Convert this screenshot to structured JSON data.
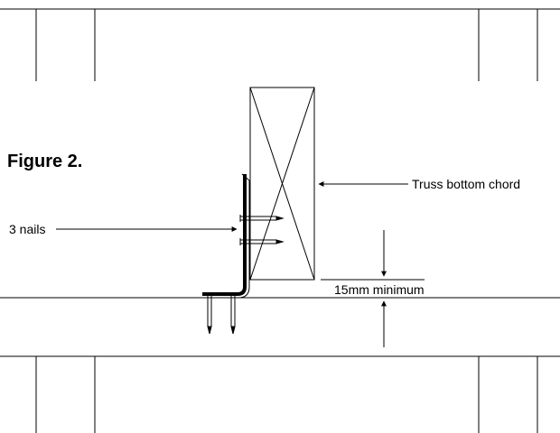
{
  "figure": {
    "title": "Figure 2.",
    "labels": {
      "nails": "3 nails",
      "truss": "Truss bottom chord",
      "gap": "15mm minimum"
    }
  },
  "colors": {
    "line": "#000000",
    "background": "#ffffff"
  }
}
